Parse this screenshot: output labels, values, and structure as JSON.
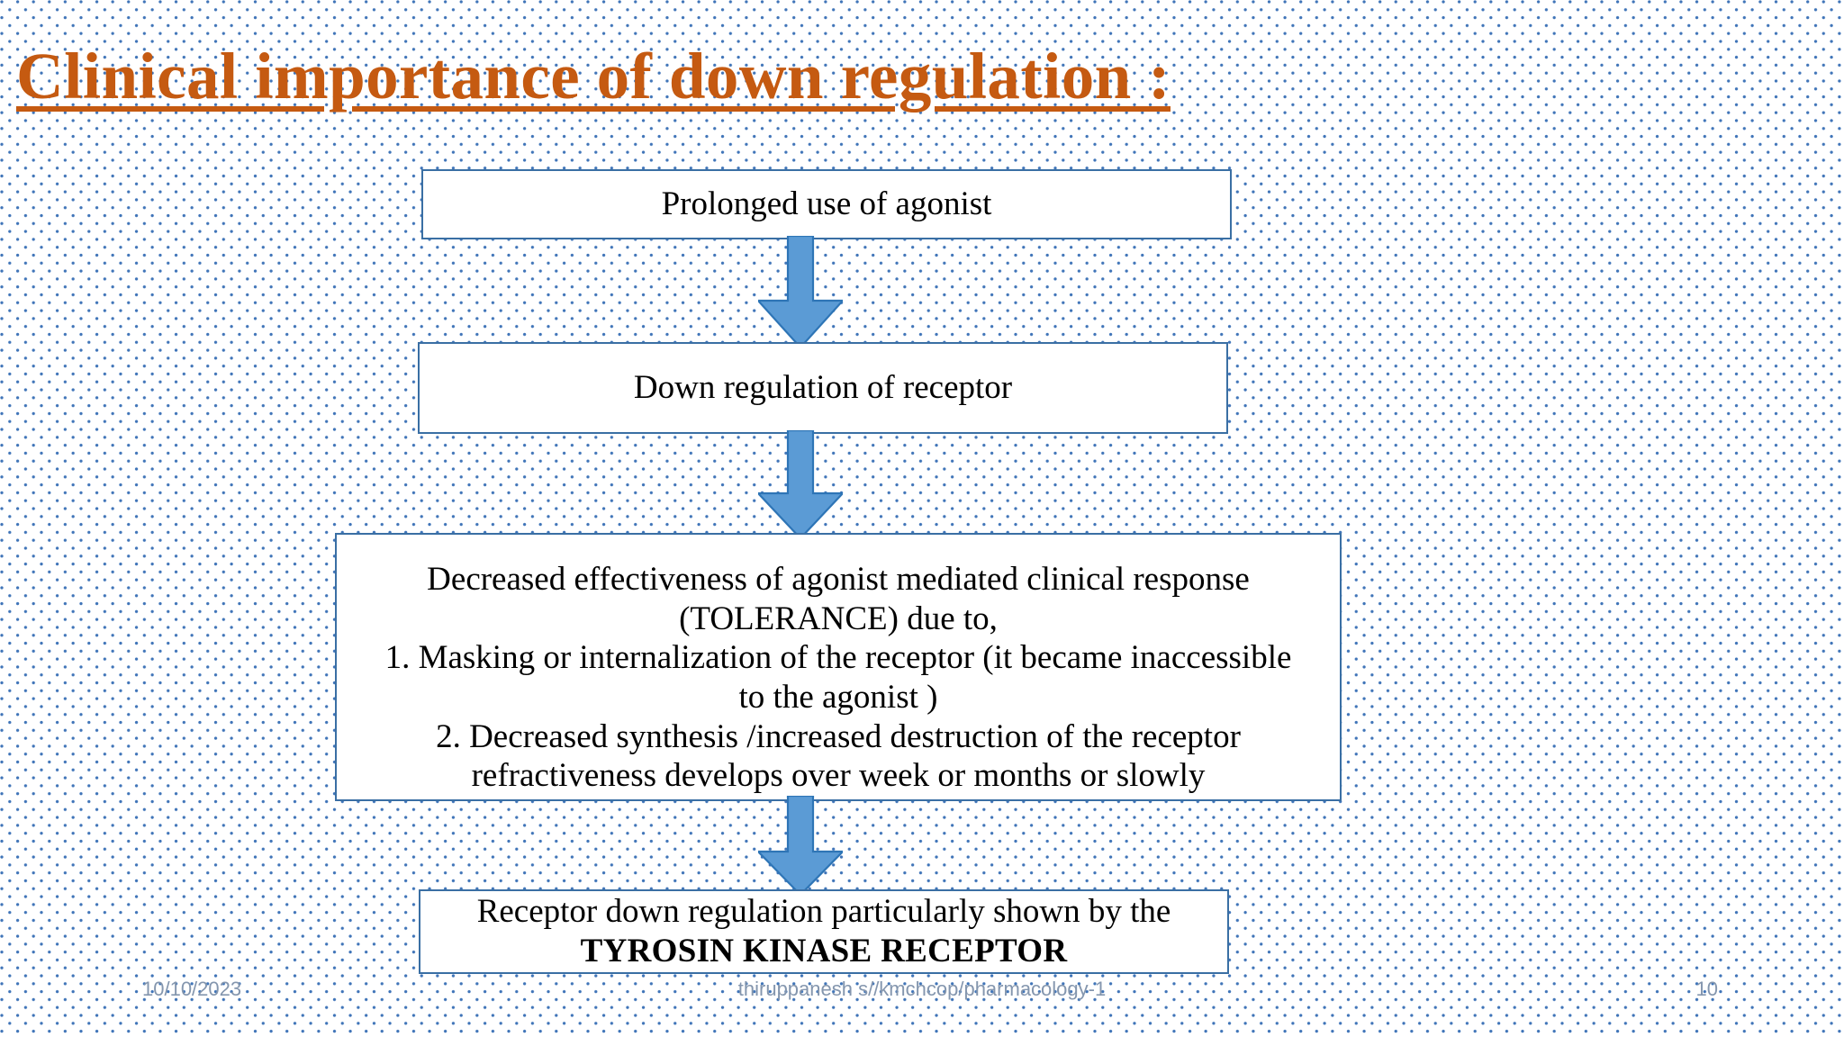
{
  "slide": {
    "title": "Clinical importance of down regulation :",
    "title_color": "#C55A11",
    "background_dot_color": "#3F74B8",
    "box_border_color": "#3A6FA4",
    "arrow_fill_color": "#5B9BD5",
    "arrow_stroke_color": "#2E75B6"
  },
  "flow": {
    "step1": {
      "name": "prolonged-use",
      "text": "Prolonged use of agonist"
    },
    "step2": {
      "name": "down-regulation",
      "text": "Down regulation of receptor"
    },
    "step3": {
      "name": "tolerance",
      "line1": "Decreased effectiveness of agonist mediated clinical response",
      "line2": "(TOLERANCE) due to,",
      "item1_number": "1.",
      "item1_text": "Masking or internalization of the receptor (it became inaccessible",
      "item1_cont": "to the agonist )",
      "item2_number": "2.",
      "item2_text": "Decreased synthesis /increased destruction of the receptor",
      "item2_cont": "refractiveness develops over week or months or slowly"
    },
    "step4": {
      "name": "tyrosin-kinase",
      "line1": "Receptor down regulation particularly shown by the",
      "line2": "TYROSIN KINASE RECEPTOR"
    }
  },
  "arrows": {
    "arrow1_name": "down-arrow-icon",
    "arrow2_name": "down-arrow-icon",
    "arrow3_name": "down-arrow-icon"
  },
  "footer": {
    "date": "10/10/2023",
    "center": "thiruppanesh s//kmchcop/pharmacology-1",
    "page_number": "10"
  }
}
